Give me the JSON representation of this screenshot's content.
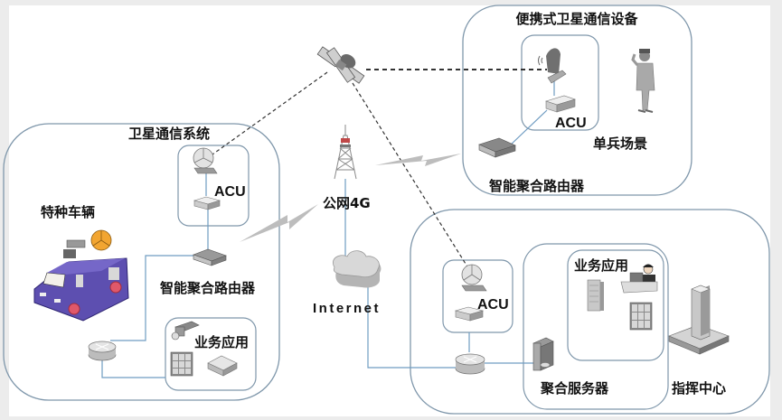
{
  "diagram": {
    "title": "",
    "colors": {
      "background": "#ffffff",
      "frame": "#ececec",
      "group_border": "#7f97ab",
      "wire": "#6f9cc2",
      "vehicle_body": "#5d4fb0",
      "vehicle_wheels": "#e0586a",
      "vehicle_dish": "#f2a531",
      "device_gray": "#cfcfcf"
    },
    "groups": {
      "portable": {
        "title": "便携式卫星通信设备",
        "acu_label": "ACU",
        "router_label": "智能聚合路由器",
        "soldier_label": "单兵场景"
      },
      "vehicle_system": {
        "title": "卫星通信系统",
        "vehicle_label": "特种车辆",
        "acu_label": "ACU",
        "router_label": "智能聚合路由器",
        "apps_label": "业务应用"
      },
      "command_center": {
        "acu_label": "ACU",
        "apps_label": "业务应用",
        "server_label": "聚合服务器",
        "center_label": "指挥中心"
      }
    },
    "network": {
      "public_4g_label": "公网4G",
      "internet_label": "Internet"
    },
    "links": [
      {
        "from": "satellite",
        "to": "portable-dish",
        "type": "satellite"
      },
      {
        "from": "satellite",
        "to": "vehicle-dish",
        "type": "satellite"
      },
      {
        "from": "satellite",
        "to": "command-dish",
        "type": "satellite"
      },
      {
        "from": "4g-tower",
        "to": "portable-router",
        "type": "wireless"
      },
      {
        "from": "4g-tower",
        "to": "vehicle-router",
        "type": "wireless"
      },
      {
        "from": "4g-tower",
        "to": "internet-cloud",
        "type": "wired"
      },
      {
        "from": "internet-cloud",
        "to": "command-router",
        "type": "wired"
      }
    ]
  }
}
